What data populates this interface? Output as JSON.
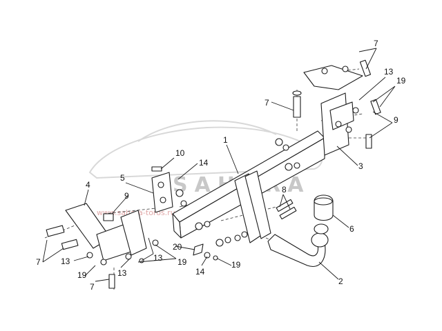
{
  "diagram": {
    "watermark_text": "SAHARA",
    "watermark_sub": "www.sahara-toros.ru",
    "callouts": [
      {
        "id": "c1",
        "label": "1"
      },
      {
        "id": "c2",
        "label": "2"
      },
      {
        "id": "c3",
        "label": "3"
      },
      {
        "id": "c4",
        "label": "4"
      },
      {
        "id": "c5",
        "label": "5"
      },
      {
        "id": "c6",
        "label": "6"
      },
      {
        "id": "c7a",
        "label": "7"
      },
      {
        "id": "c7b",
        "label": "7"
      },
      {
        "id": "c7c",
        "label": "7"
      },
      {
        "id": "c7d",
        "label": "7"
      },
      {
        "id": "c8",
        "label": "8"
      },
      {
        "id": "c9a",
        "label": "9"
      },
      {
        "id": "c9b",
        "label": "9"
      },
      {
        "id": "c10",
        "label": "10"
      },
      {
        "id": "c13a",
        "label": "13"
      },
      {
        "id": "c13b",
        "label": "13"
      },
      {
        "id": "c13c",
        "label": "13"
      },
      {
        "id": "c13d",
        "label": "13"
      },
      {
        "id": "c14a",
        "label": "14"
      },
      {
        "id": "c14b",
        "label": "14"
      },
      {
        "id": "c19a",
        "label": "19"
      },
      {
        "id": "c19b",
        "label": "19"
      },
      {
        "id": "c19c",
        "label": "19"
      },
      {
        "id": "c19d",
        "label": "19"
      },
      {
        "id": "c20",
        "label": "20"
      }
    ]
  }
}
